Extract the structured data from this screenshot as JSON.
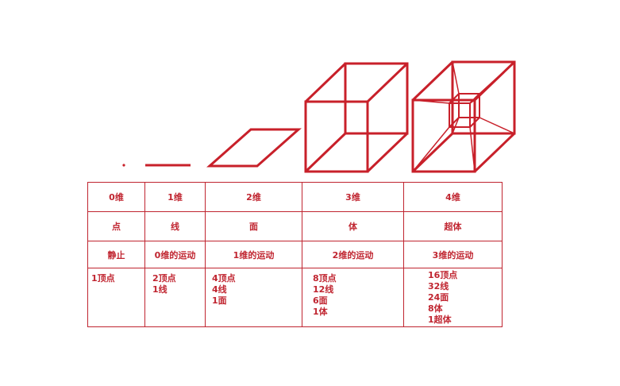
{
  "colors": {
    "accent": "#c02530",
    "background": "#ffffff"
  },
  "figures": [
    "point",
    "line-segment",
    "parallelogram",
    "cube",
    "tesseract"
  ],
  "table": {
    "dimensions": [
      "0维",
      "1维",
      "2维",
      "3维",
      "4维"
    ],
    "shapes": [
      "点",
      "线",
      "面",
      "体",
      "超体"
    ],
    "motions": [
      "静止",
      "0维的运动",
      "1维的运动",
      "2维的运动",
      "3维的运动"
    ],
    "elements": [
      [
        "1顶点"
      ],
      [
        "2顶点",
        "1线"
      ],
      [
        "4顶点",
        "4线",
        "1面"
      ],
      [
        "8顶点",
        "12线",
        "6面",
        "1体"
      ],
      [
        "16顶点",
        "32线",
        "24面",
        "8体",
        "1超体"
      ]
    ]
  }
}
